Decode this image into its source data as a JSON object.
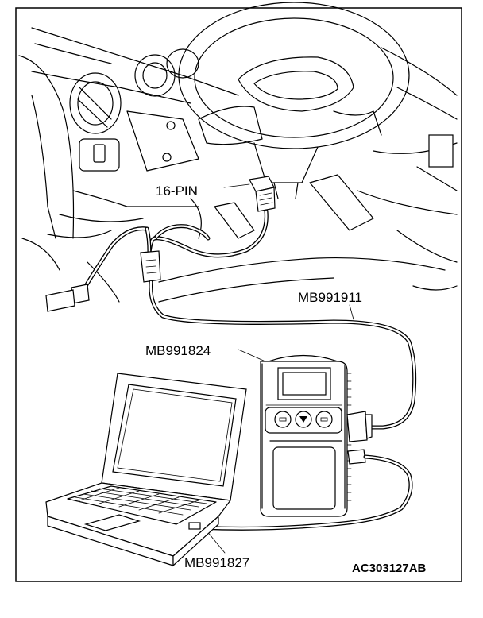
{
  "labels": {
    "connector": "16-PIN",
    "harness": "MB991911",
    "tester": "MB991824",
    "usb_cable": "MB991827"
  },
  "figure_id": "AC303127AB"
}
